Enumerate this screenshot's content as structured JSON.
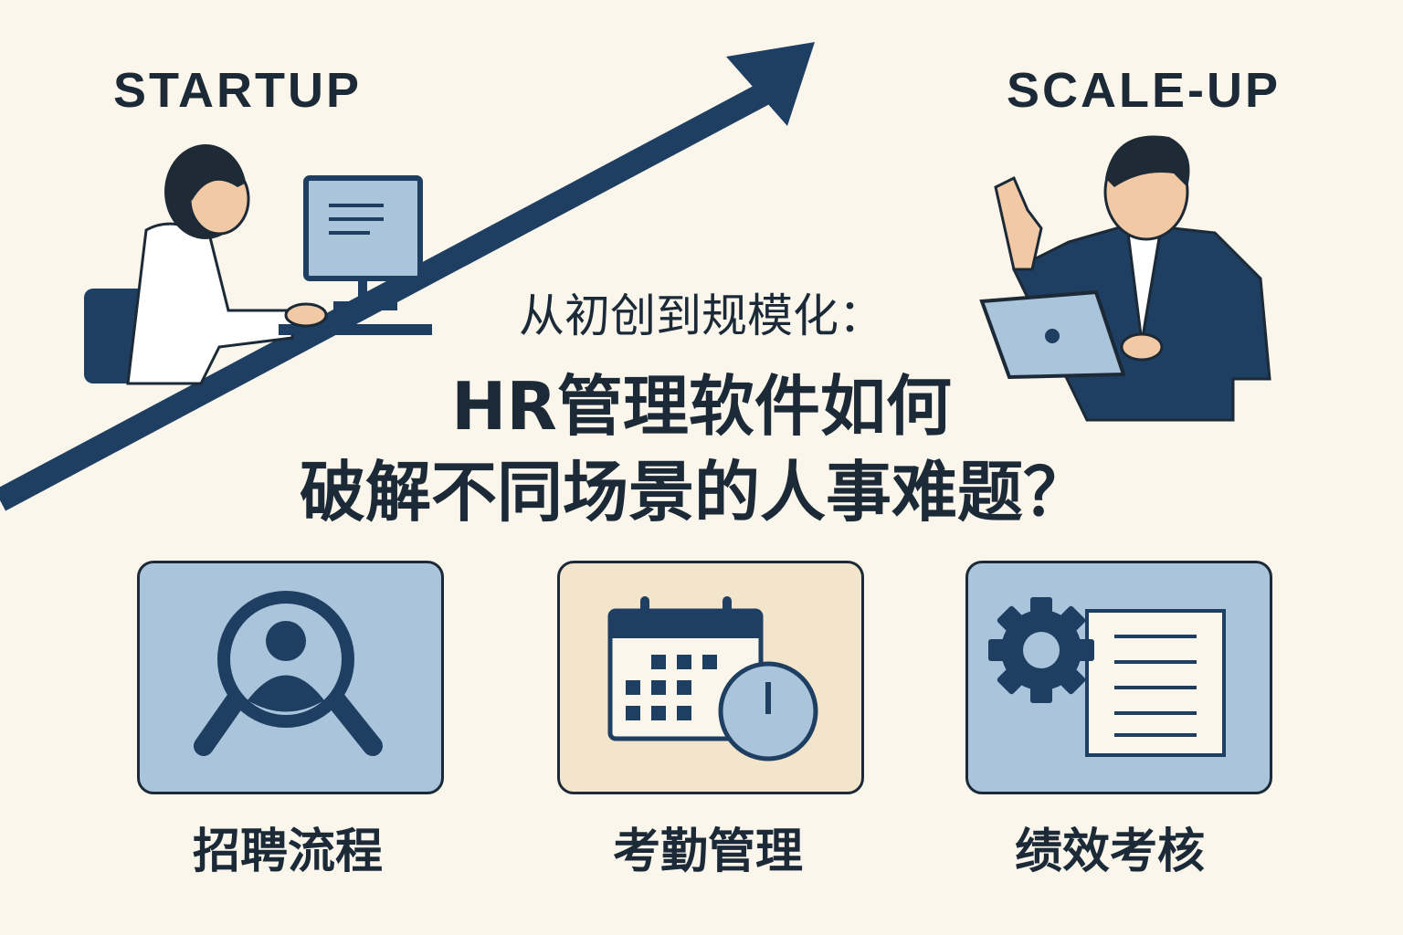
{
  "labels": {
    "startup": "STARTUP",
    "scaleup": "SCALE-UP"
  },
  "subtitle": "从初创到规模化：",
  "title_line1": "HR管理软件如何",
  "title_line2": "破解不同场景的人事难题？",
  "features": [
    {
      "label": "招聘流程",
      "icon": "magnifier-person-icon"
    },
    {
      "label": "考勤管理",
      "icon": "calendar-clock-icon"
    },
    {
      "label": "绩效考核",
      "icon": "gear-document-icon"
    }
  ],
  "colors": {
    "background": "#fbf6ec",
    "navy": "#1e3f61",
    "light_blue": "#a9c4db",
    "beige": "#f3e4cc"
  }
}
